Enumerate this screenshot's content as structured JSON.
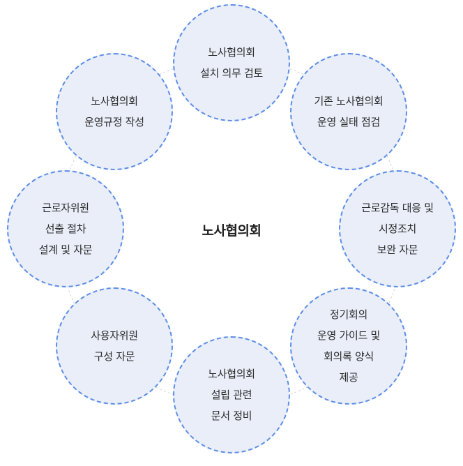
{
  "center": {
    "label": "노사협의회"
  },
  "nodes": [
    {
      "lines": [
        "노사협의회",
        "설치 의무 검토"
      ]
    },
    {
      "lines": [
        "기존 노사협의회",
        "운영 실태 점검"
      ]
    },
    {
      "lines": [
        "근로감독 대응 및",
        "시정조치",
        "보완 자문"
      ]
    },
    {
      "lines": [
        "정기회의",
        "운영 가이드 및",
        "회의록 양식",
        "제공"
      ]
    },
    {
      "lines": [
        "노사협의회",
        "설립 관련",
        "문서 정비"
      ]
    },
    {
      "lines": [
        "사용자위원",
        "구성 자문"
      ]
    },
    {
      "lines": [
        "근로자위원",
        "선출 절차",
        "설계 및 자문"
      ]
    },
    {
      "lines": [
        "노사협의회",
        "운영규정 작성"
      ]
    }
  ],
  "colors": {
    "node_fill": "#e9eef9",
    "node_border": "#5c8de6",
    "ring_link": "#d4d4d4",
    "text": "#2b2b2b"
  }
}
